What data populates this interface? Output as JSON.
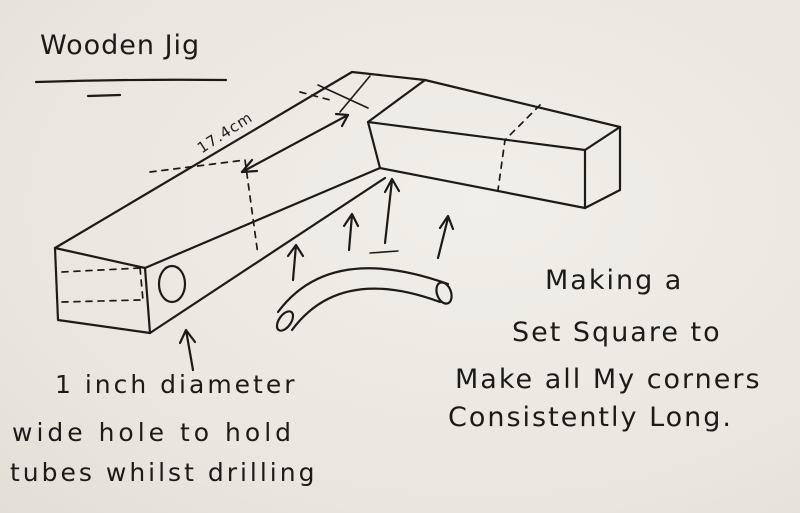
{
  "title": "Wooden Jig",
  "dimension_label": "17.4cm",
  "purpose_note": {
    "line1": "Making a",
    "line2": "Set Square to",
    "line3": "Make all My corners",
    "line4": "Consistently Long."
  },
  "hole_note": {
    "line1": "1 inch diameter",
    "line2": "wide hole to hold",
    "line3": "tubes whilst drilling"
  },
  "colors": {
    "ink": "#1d1b18",
    "paper": "#ebe8e1"
  }
}
